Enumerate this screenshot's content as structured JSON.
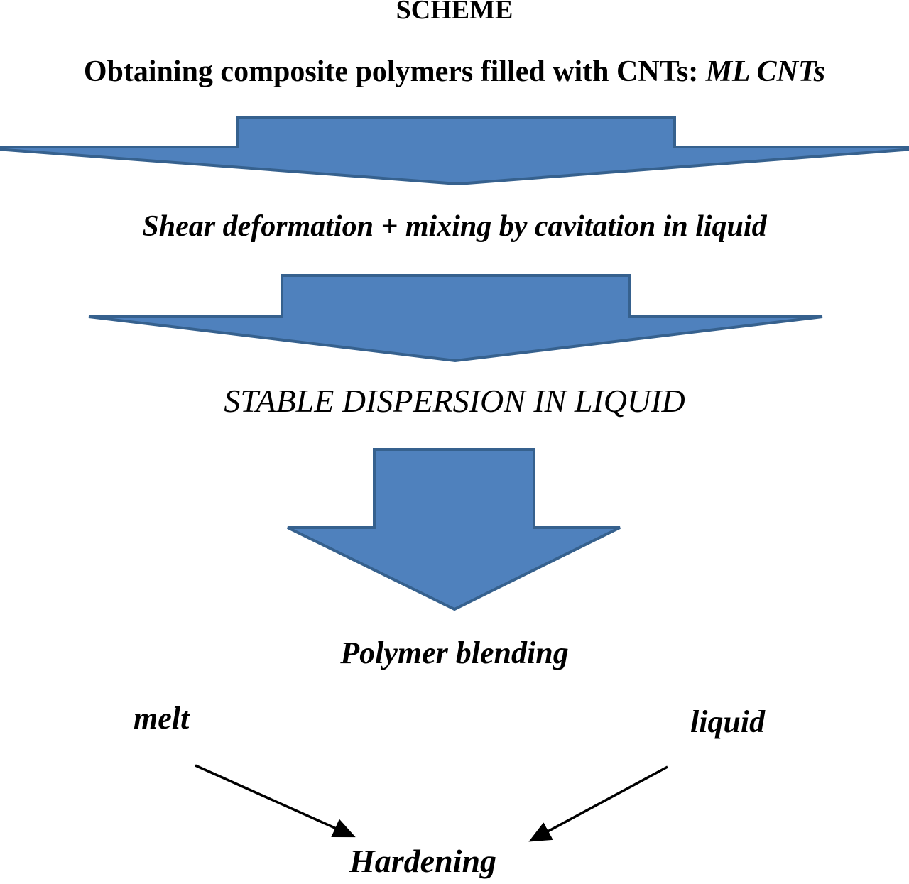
{
  "title": "SCHEME",
  "heading": {
    "main": "Obtaining composite polymers filled with CNTs: ",
    "emphasis": "ML CNTs"
  },
  "steps": {
    "shear": "Shear deformation + mixing by cavitation in liquid",
    "dispersion": "STABLE DISPERSION IN LIQUID",
    "blending": "Polymer blending"
  },
  "branches": {
    "left": "melt",
    "right": "liquid",
    "result": "Hardening"
  },
  "icons": {
    "down_arrow_1": "wide-block-down-arrow",
    "down_arrow_2": "wide-block-down-arrow",
    "down_arrow_3": "block-down-arrow",
    "merge_arrow_left": "thin-diagonal-arrow",
    "merge_arrow_right": "thin-diagonal-arrow"
  },
  "colors": {
    "arrow_fill": "#4f81bd",
    "arrow_border": "#36618e",
    "background": "#ffffff",
    "text": "#000000"
  }
}
